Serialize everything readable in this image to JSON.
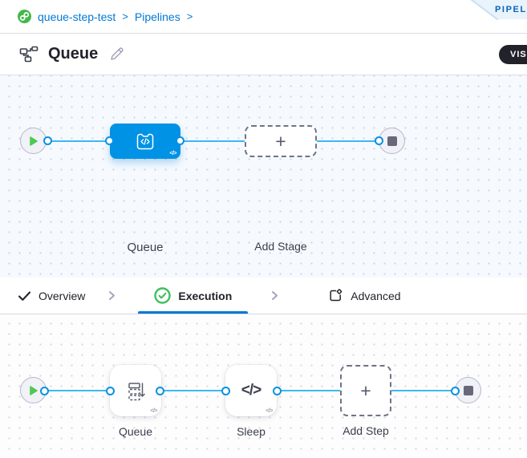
{
  "colors": {
    "link_blue": "#0278d5",
    "stage_node_blue": "#0092e4",
    "connector_line_blue": "#3db7f2",
    "connector_ring_blue": "#0a91e2",
    "success_green": "#3dc05e",
    "play_green": "#4dc952",
    "toggle_pill_dark": "#22222a"
  },
  "breadcrumb": {
    "project": "queue-step-test",
    "separator1": ">",
    "section": "Pipelines",
    "separator2": ">"
  },
  "studio_badge": {
    "label": "PIPELINE STUDIO"
  },
  "header": {
    "title": "Queue",
    "view_toggle_label": "VISUAL"
  },
  "stage_canvas": {
    "stage_label": "Queue",
    "add_stage_label": "Add Stage",
    "plus_glyph": "+",
    "code_badge_glyph": "</>"
  },
  "tabs": {
    "overview": {
      "label": "Overview"
    },
    "execution": {
      "label": "Execution"
    },
    "advanced": {
      "label": "Advanced"
    }
  },
  "execution_canvas": {
    "step1_label": "Queue",
    "step2_label": "Sleep",
    "add_step_label": "Add Step",
    "plus_glyph": "+",
    "code_badge_glyph": "</>",
    "sleep_icon_glyph": "</>"
  }
}
